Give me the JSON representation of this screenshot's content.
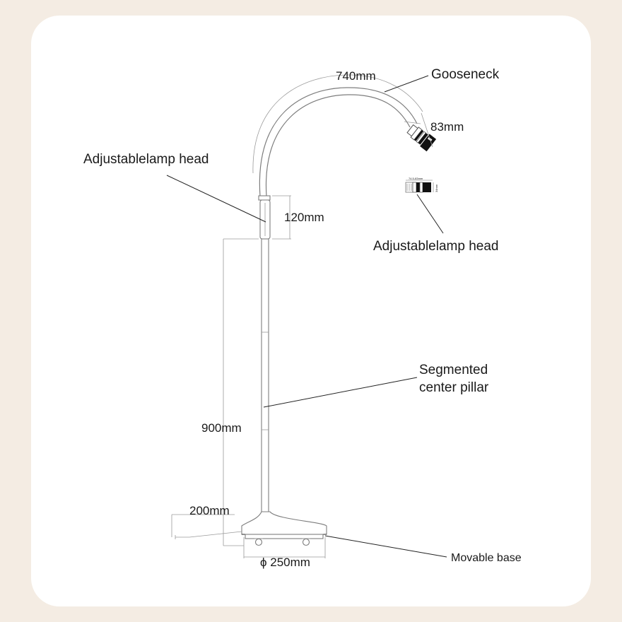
{
  "labels": {
    "gooseneck_length": "740mm",
    "gooseneck": "Gooseneck",
    "head_length": "83mm",
    "lamp_head_left": "Adjustablelamp head",
    "lamp_head_right": "Adjustablelamp head",
    "holder_height": "120mm",
    "pillar_line1": "Segmented",
    "pillar_line2": "center pillar",
    "pillar_height": "900mm",
    "cable_length": "200mm",
    "base_diameter": "ϕ 250mm",
    "base": "Movable base",
    "inset_dimension": "74.5-83mm",
    "inset_height": "34mm"
  },
  "colors": {
    "background": "#f4ece3",
    "card": "#ffffff",
    "text": "#1a1a1a"
  }
}
